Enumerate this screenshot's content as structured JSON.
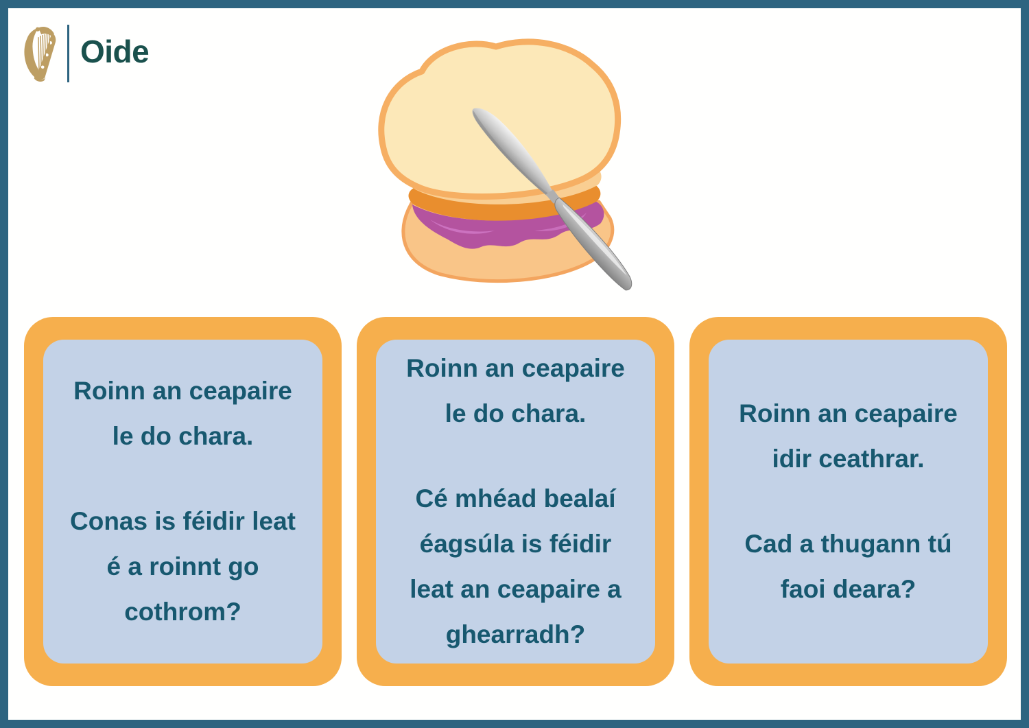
{
  "brand": {
    "logo_text": "Oide",
    "harp_icon": "irish-harp-icon"
  },
  "colors": {
    "page_border": "#2D6480",
    "brand_text": "#1A514D",
    "harp_gold": "#BD9E63",
    "card_border": "#F6AF4D",
    "card_panel": "#C3D2E7",
    "card_text": "#17586F",
    "bread": "#FCE8B8",
    "crust": "#F6AF63",
    "jam": "#B4539F",
    "knife_metal": "#B9B9B9"
  },
  "illustration": {
    "name": "jam-sandwich-with-knife"
  },
  "cards": {
    "items": [
      {
        "statement": "Roinn an ceapaire\nle do chara.",
        "question": "Conas is féidir leat\né a roinnt go\ncothrom?"
      },
      {
        "statement": "Roinn an ceapaire\nle do chara.",
        "question": "Cé mhéad bealaí\néagsúla is féidir\nleat an ceapaire a\nghearradh?"
      },
      {
        "statement": "Roinn an ceapaire\nidir ceathrar.",
        "question": "Cad a thugann tú\nfaoi deara?"
      }
    ]
  }
}
